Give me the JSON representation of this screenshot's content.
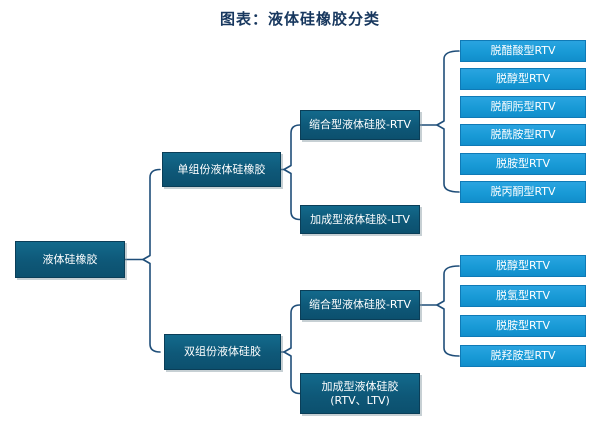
{
  "title": "图表：液体硅橡胶分类",
  "colors": {
    "title_text": "#17375E",
    "dark_box": "#0E5878",
    "leaf_box": "#189AD6",
    "connector": "#1F4E79",
    "box_text": "#FFFFFF",
    "background": "#FFFFFF"
  },
  "tree": {
    "root": "液体硅橡胶",
    "branches": [
      {
        "label": "单组份液体硅橡胶",
        "children": [
          {
            "label": "缩合型液体硅胶-RTV",
            "leaves": [
              "脱醋酸型RTV",
              "脱醇型RTV",
              "脱酮肟型RTV",
              "脱酰胺型RTV",
              "脱胺型RTV",
              "脱丙酮型RTV"
            ]
          },
          {
            "label": "加成型液体硅胶-LTV",
            "leaves": []
          }
        ]
      },
      {
        "label": "双组份液体硅胶",
        "children": [
          {
            "label": "缩合型液体硅胶-RTV",
            "leaves": [
              "脱醇型RTV",
              "脱氢型RTV",
              "脱胺型RTV",
              "脱羟胺型RTV"
            ]
          },
          {
            "label": "加成型液体硅胶(RTV、LTV)",
            "leaves": []
          }
        ]
      }
    ]
  }
}
